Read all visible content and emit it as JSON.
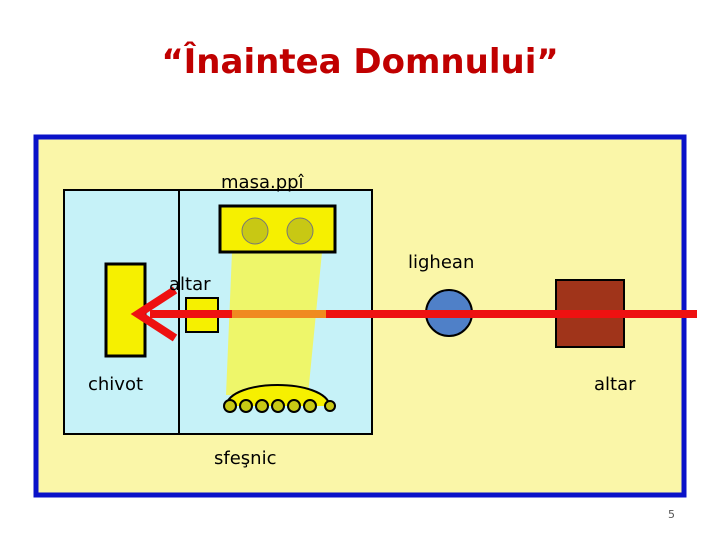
{
  "slide": {
    "title": "“Înaintea Domnului”",
    "page_number": "5"
  },
  "labels": {
    "table": "masa.ppî",
    "incense_altar": "altar",
    "ark": "chivot",
    "laver": "lighean",
    "burnt_altar": "altar",
    "lampstand": "sfeşnic"
  },
  "colors": {
    "court": "#faf6a8",
    "court_border": "#0a12c8",
    "tabernacle": "#c6f2f8",
    "furniture_yellow": "#f6f000",
    "light_beam": "#eef66a",
    "laver": "#4f80c8",
    "burnt_altar": "#a0341a",
    "arrow": "#ee1111",
    "arrow_inner": "#f08a20"
  }
}
